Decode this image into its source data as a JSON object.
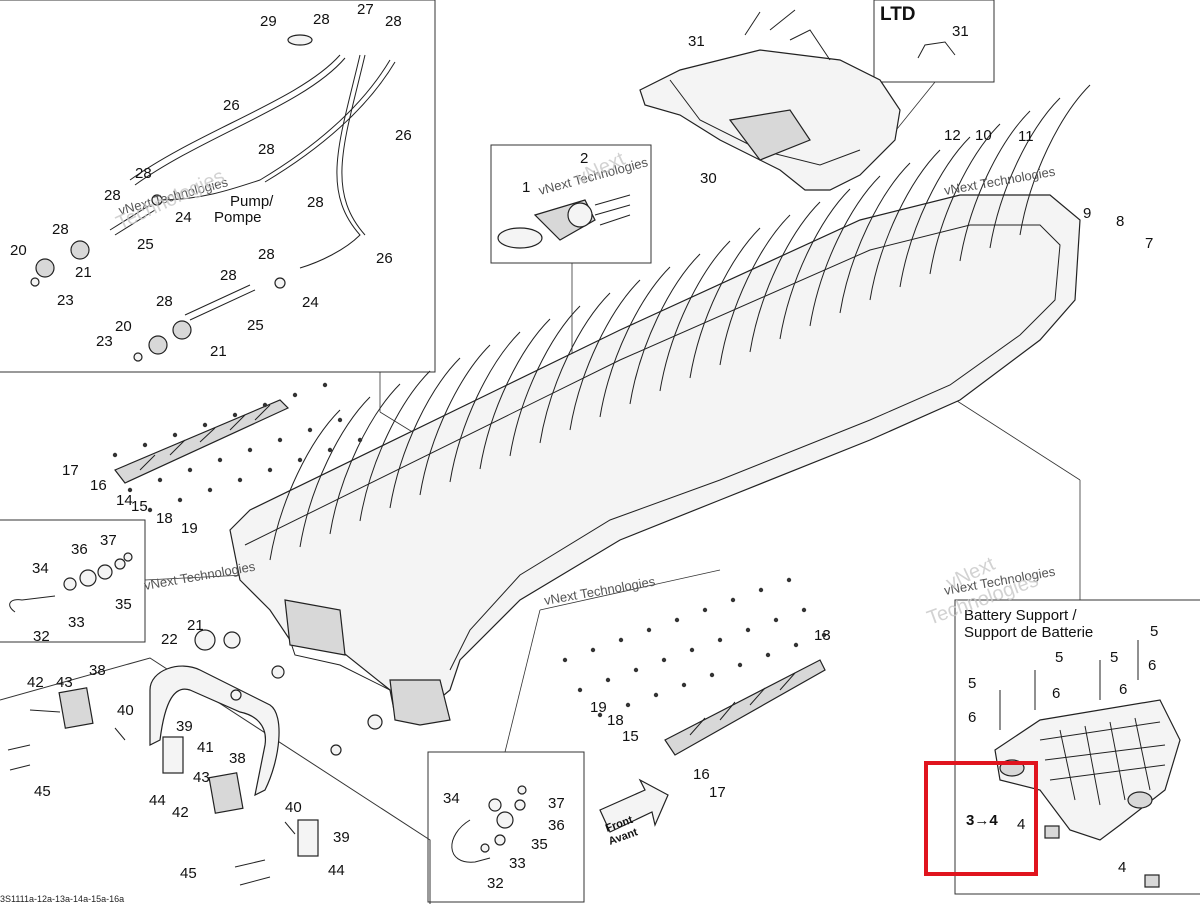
{
  "diagram": {
    "labels": [
      {
        "id": "l29",
        "text": "29"
      },
      {
        "id": "l28a",
        "text": "28"
      },
      {
        "id": "l27",
        "text": "27"
      },
      {
        "id": "l28b",
        "text": "28"
      },
      {
        "id": "l26a",
        "text": "26"
      },
      {
        "id": "l26b",
        "text": "26"
      },
      {
        "id": "l28c",
        "text": "28"
      },
      {
        "id": "l28d",
        "text": "28"
      },
      {
        "id": "l28e",
        "text": "28"
      },
      {
        "id": "l24a",
        "text": "24"
      },
      {
        "id": "l28f",
        "text": "28"
      },
      {
        "id": "l25a",
        "text": "25"
      },
      {
        "id": "l28g",
        "text": "28"
      },
      {
        "id": "l20a",
        "text": "20"
      },
      {
        "id": "l21a",
        "text": "21"
      },
      {
        "id": "l23a",
        "text": "23"
      },
      {
        "id": "l26c",
        "text": "26"
      },
      {
        "id": "l28h",
        "text": "28"
      },
      {
        "id": "l28i",
        "text": "28"
      },
      {
        "id": "l24b",
        "text": "24"
      },
      {
        "id": "l28j",
        "text": "28"
      },
      {
        "id": "l25b",
        "text": "25"
      },
      {
        "id": "l20b",
        "text": "20"
      },
      {
        "id": "l23b",
        "text": "23"
      },
      {
        "id": "l21b",
        "text": "21"
      },
      {
        "id": "l2",
        "text": "2"
      },
      {
        "id": "l1",
        "text": "1"
      },
      {
        "id": "l31a",
        "text": "31"
      },
      {
        "id": "l30",
        "text": "30"
      },
      {
        "id": "l31b",
        "text": "31"
      },
      {
        "id": "l12",
        "text": "12"
      },
      {
        "id": "l10",
        "text": "10"
      },
      {
        "id": "l11",
        "text": "11"
      },
      {
        "id": "l9",
        "text": "9"
      },
      {
        "id": "l8",
        "text": "8"
      },
      {
        "id": "l7",
        "text": "7"
      },
      {
        "id": "l17a",
        "text": "17"
      },
      {
        "id": "l16a",
        "text": "16"
      },
      {
        "id": "l14",
        "text": "14"
      },
      {
        "id": "l15a",
        "text": "15"
      },
      {
        "id": "l18a",
        "text": "18"
      },
      {
        "id": "l19a",
        "text": "19"
      },
      {
        "id": "l37a",
        "text": "37"
      },
      {
        "id": "l36a",
        "text": "36"
      },
      {
        "id": "l34a",
        "text": "34"
      },
      {
        "id": "l35a",
        "text": "35"
      },
      {
        "id": "l33a",
        "text": "33"
      },
      {
        "id": "l32a",
        "text": "32"
      },
      {
        "id": "l21c",
        "text": "21"
      },
      {
        "id": "l22",
        "text": "22"
      },
      {
        "id": "l42a",
        "text": "42"
      },
      {
        "id": "l43a",
        "text": "43"
      },
      {
        "id": "l38a",
        "text": "38"
      },
      {
        "id": "l40a",
        "text": "40"
      },
      {
        "id": "l39a",
        "text": "39"
      },
      {
        "id": "l41",
        "text": "41"
      },
      {
        "id": "l45a",
        "text": "45"
      },
      {
        "id": "l44a",
        "text": "44"
      },
      {
        "id": "l42b",
        "text": "42"
      },
      {
        "id": "l43b",
        "text": "43"
      },
      {
        "id": "l38b",
        "text": "38"
      },
      {
        "id": "l40b",
        "text": "40"
      },
      {
        "id": "l39b",
        "text": "39"
      },
      {
        "id": "l44b",
        "text": "44"
      },
      {
        "id": "l45b",
        "text": "45"
      },
      {
        "id": "l34b",
        "text": "34"
      },
      {
        "id": "l37b",
        "text": "37"
      },
      {
        "id": "l36b",
        "text": "36"
      },
      {
        "id": "l35b",
        "text": "35"
      },
      {
        "id": "l33b",
        "text": "33"
      },
      {
        "id": "l32b",
        "text": "32"
      },
      {
        "id": "l13",
        "text": "13"
      },
      {
        "id": "l19b",
        "text": "19"
      },
      {
        "id": "l18b",
        "text": "18"
      },
      {
        "id": "l15b",
        "text": "15"
      },
      {
        "id": "l16b",
        "text": "16"
      },
      {
        "id": "l17b",
        "text": "17"
      },
      {
        "id": "l5a",
        "text": "5"
      },
      {
        "id": "l5b",
        "text": "5"
      },
      {
        "id": "l5c",
        "text": "5"
      },
      {
        "id": "l5d",
        "text": "5"
      },
      {
        "id": "l6a",
        "text": "6"
      },
      {
        "id": "l6b",
        "text": "6"
      },
      {
        "id": "l6c",
        "text": "6"
      },
      {
        "id": "l6d",
        "text": "6"
      },
      {
        "id": "l4a",
        "text": "4"
      },
      {
        "id": "l4b",
        "text": "4"
      }
    ],
    "pump_label_line1": "Pump/",
    "pump_label_line2": "Pompe",
    "ltd_label": "LTD",
    "battery_support_line1": "Battery Support /",
    "battery_support_line2": "Support de Batterie",
    "battery_arrow_label": "3→4",
    "front_label_line1": "Front",
    "front_label_line2": "Avant",
    "drawing_code": "3S1111a-12a-13a-14a-15a-16a",
    "watermark_line1": "vNext Technologies",
    "watermark_line2": "vNext",
    "watermark_line3": "Technologies",
    "highlight_color": "#e0141e"
  }
}
